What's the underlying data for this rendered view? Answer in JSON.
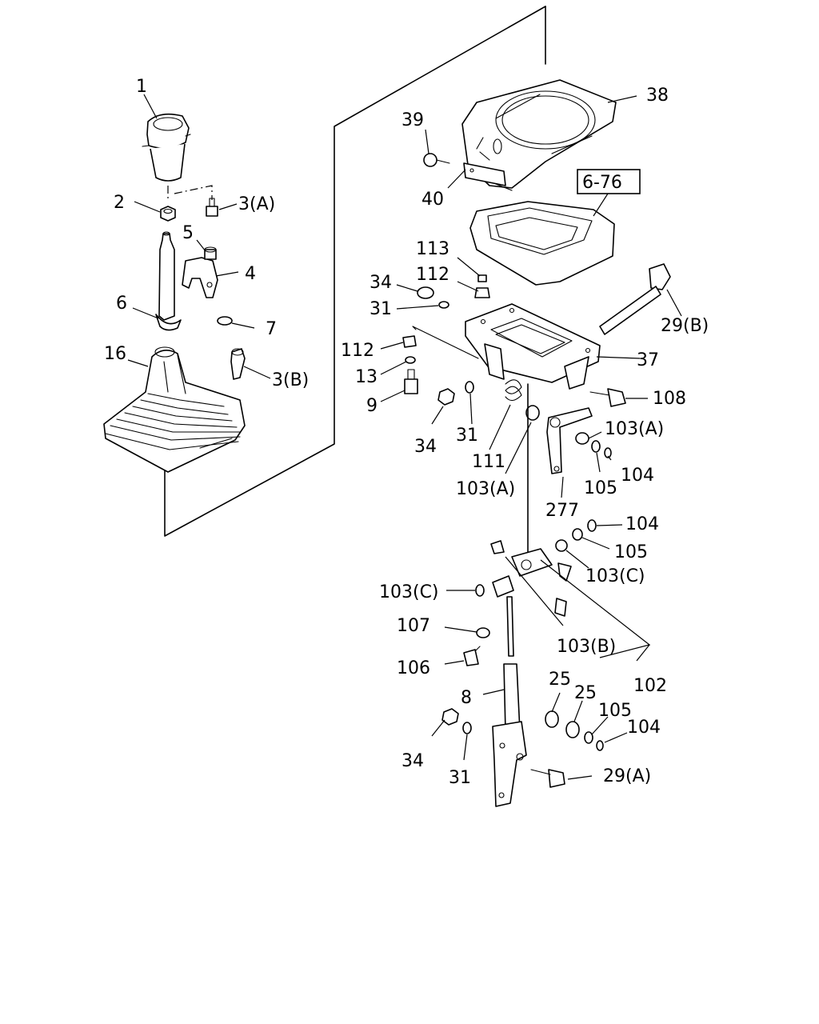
{
  "labels": {
    "p1": "1",
    "p2": "2",
    "p3a": "3(A)",
    "p5": "5",
    "p4": "4",
    "p6": "6",
    "p7": "7",
    "p3b": "3(B)",
    "p16": "16",
    "p38": "38",
    "p39": "39",
    "p40": "40",
    "ref": "6-76",
    "p113": "113",
    "p112a": "112",
    "p34a": "34",
    "p31a": "31",
    "p29b": "29(B)",
    "p112b": "112",
    "p13": "13",
    "p9": "9",
    "p37": "37",
    "p108": "108",
    "p34b": "34",
    "p31b": "31",
    "p111": "111",
    "p103a1": "103(A)",
    "p103a2": "103(A)",
    "p105a": "105",
    "p104a": "104",
    "p277": "277",
    "p104b": "104",
    "p105b": "105",
    "p103c1": "103(C)",
    "p103c2": "103(C)",
    "p107": "107",
    "p106": "106",
    "p103b": "103(B)",
    "p102": "102",
    "p8": "8",
    "p25a": "25",
    "p25b": "25",
    "p105c": "105",
    "p104c": "104",
    "p34c": "34",
    "p31c": "31",
    "p29a": "29(A)"
  }
}
